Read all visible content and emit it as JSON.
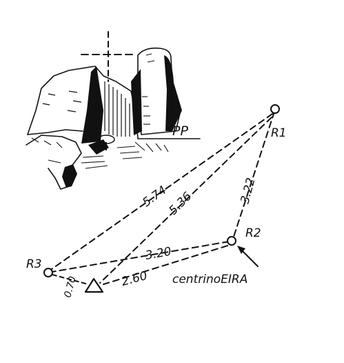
{
  "diagram": {
    "points": {
      "r1": "R1",
      "r2": "R2",
      "r3": "R3",
      "pp": "PP"
    },
    "distances": {
      "r1_r3": "5.74",
      "r1_station": "5.36",
      "r1_r2": "3.22",
      "r2_r3": "3.20",
      "r2_station": "2.60",
      "r3_station": "0.70"
    },
    "annotation": {
      "centrino": "centrinoEIRA"
    }
  }
}
